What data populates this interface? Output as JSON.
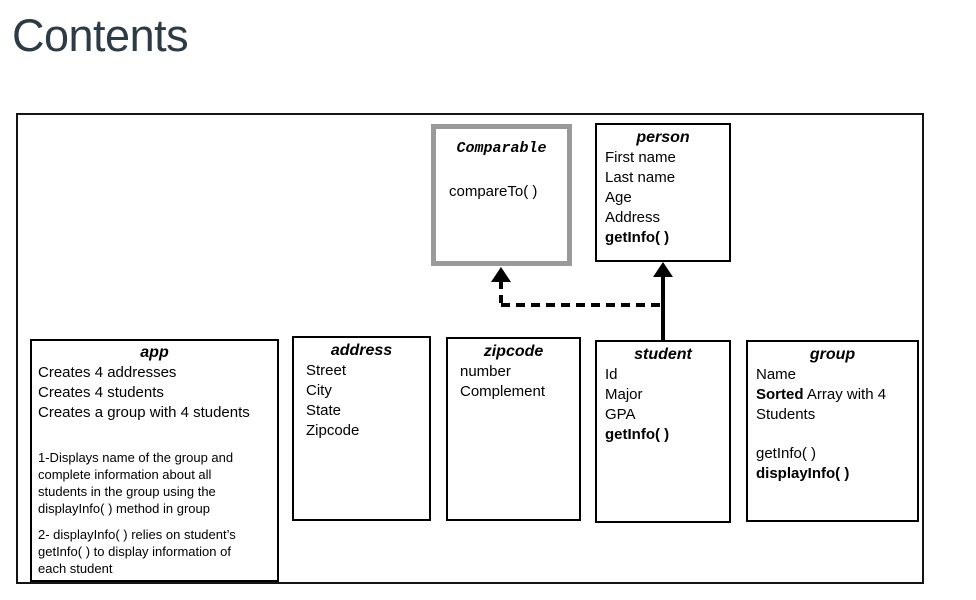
{
  "header": {
    "title": "Contents"
  },
  "colors": {
    "heading_text": "#2d3b45",
    "frame_border": "#141414",
    "box_border": "#000000",
    "comparable_border": "#9a9a9a",
    "arrow": "#000000"
  },
  "diagram": {
    "comparable": {
      "name": "Comparable",
      "methods": [
        "compareTo( )"
      ]
    },
    "person": {
      "name": "person",
      "fields": [
        "First name",
        "Last name",
        "Age",
        "Address"
      ],
      "methods": [
        "getInfo( )"
      ]
    },
    "app": {
      "name": "app",
      "lines": [
        "Creates 4 addresses",
        "Creates 4 students",
        "Creates a group with 4 students"
      ],
      "notes": [
        "1-Displays name of the group and\ncomplete information about all\nstudents in the group using the\ndisplayInfo( ) method in group",
        "2- displayInfo( ) relies on student’s\ngetInfo( ) to display information of\neach student"
      ]
    },
    "address": {
      "name": "address",
      "fields": [
        "Street",
        "City",
        "State",
        "Zipcode"
      ]
    },
    "zipcode": {
      "name": "zipcode",
      "fields": [
        "number",
        "Complement"
      ]
    },
    "student": {
      "name": "student",
      "fields": [
        "Id",
        "Major",
        "GPA"
      ],
      "methods": [
        "getInfo( )"
      ]
    },
    "group": {
      "name": "group",
      "fields": {
        "name_field": "Name",
        "sorted_bold": "Sorted",
        "sorted_rest": " Array with 4\nStudents"
      },
      "methods": {
        "plain": "getInfo( )",
        "bold": "displayInfo( )"
      }
    }
  }
}
